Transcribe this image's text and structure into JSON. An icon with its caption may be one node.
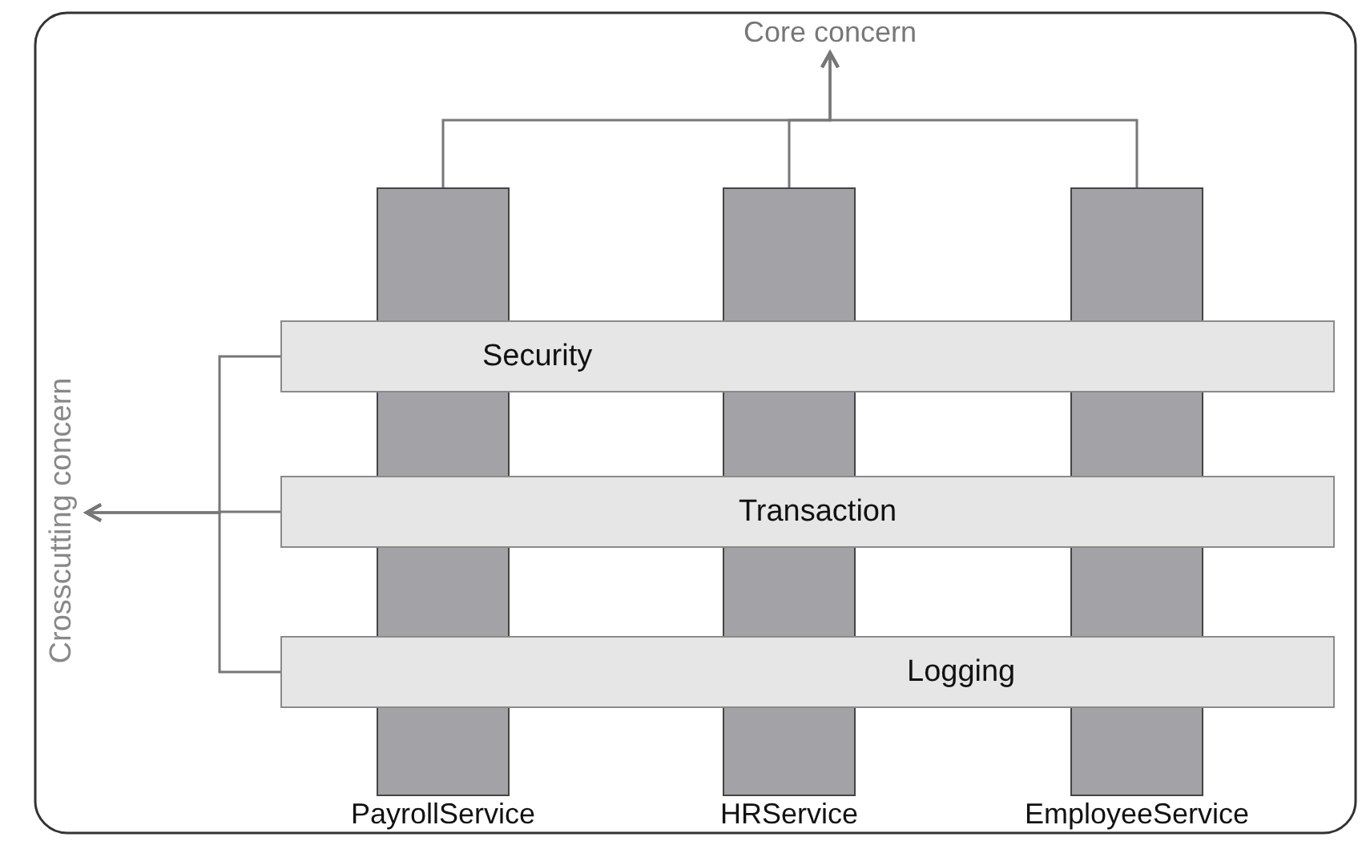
{
  "diagram": {
    "nodes": [
      {
        "text": [
          "Core concern"
        ]
      },
      {
        "text": [
          "PayrollService"
        ]
      },
      {
        "text": [
          "HRService"
        ]
      },
      {
        "text": [
          "EmployeeService"
        ]
      },
      {
        "text": [
          "Crosscutting concern"
        ]
      },
      {
        "text": [
          "Security"
        ]
      },
      {
        "text": [
          "Transaction"
        ]
      },
      {
        "text": [
          "Logging"
        ]
      }
    ],
    "edges": [
      {
        "from": 1,
        "to": 0,
        "arrow": "to"
      },
      {
        "from": 2,
        "to": 0,
        "arrow": "to"
      },
      {
        "from": 3,
        "to": 0,
        "arrow": "to"
      },
      {
        "from": 5,
        "to": 4,
        "arrow": "to"
      },
      {
        "from": 6,
        "to": 4,
        "arrow": "to"
      },
      {
        "from": 7,
        "to": 4,
        "arrow": "to"
      }
    ]
  }
}
